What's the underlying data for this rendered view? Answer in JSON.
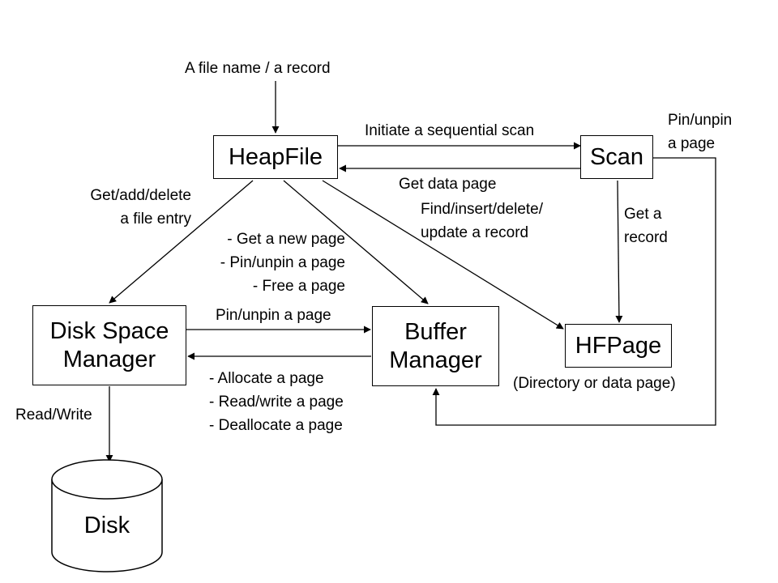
{
  "input_label": "A file name / a record",
  "boxes": {
    "heapfile": "HeapFile",
    "scan": "Scan",
    "disk_space_manager": "Disk Space\nManager",
    "buffer_manager": "Buffer\nManager",
    "hfpage": "HFPage",
    "disk": "Disk"
  },
  "hfpage_caption": "(Directory or data page)",
  "edges": {
    "initiate_scan": "Initiate a sequential scan",
    "get_data_page": "Get data page",
    "pin_unpin_scan": [
      "Pin/unpin",
      "a page"
    ],
    "get_record": [
      "Get a",
      "record"
    ],
    "find_insert": [
      "Find/insert/delete/",
      "update a record"
    ],
    "file_entry": [
      "Get/add/delete",
      "a file entry"
    ],
    "heap_to_buffer": [
      "- Get a new page",
      "- Pin/unpin a page",
      "- Free a page"
    ],
    "dsm_to_buffer": "Pin/unpin a page",
    "buffer_to_dsm": [
      "- Allocate a page",
      "- Read/write a page",
      "- Deallocate a page"
    ],
    "read_write": "Read/Write"
  }
}
